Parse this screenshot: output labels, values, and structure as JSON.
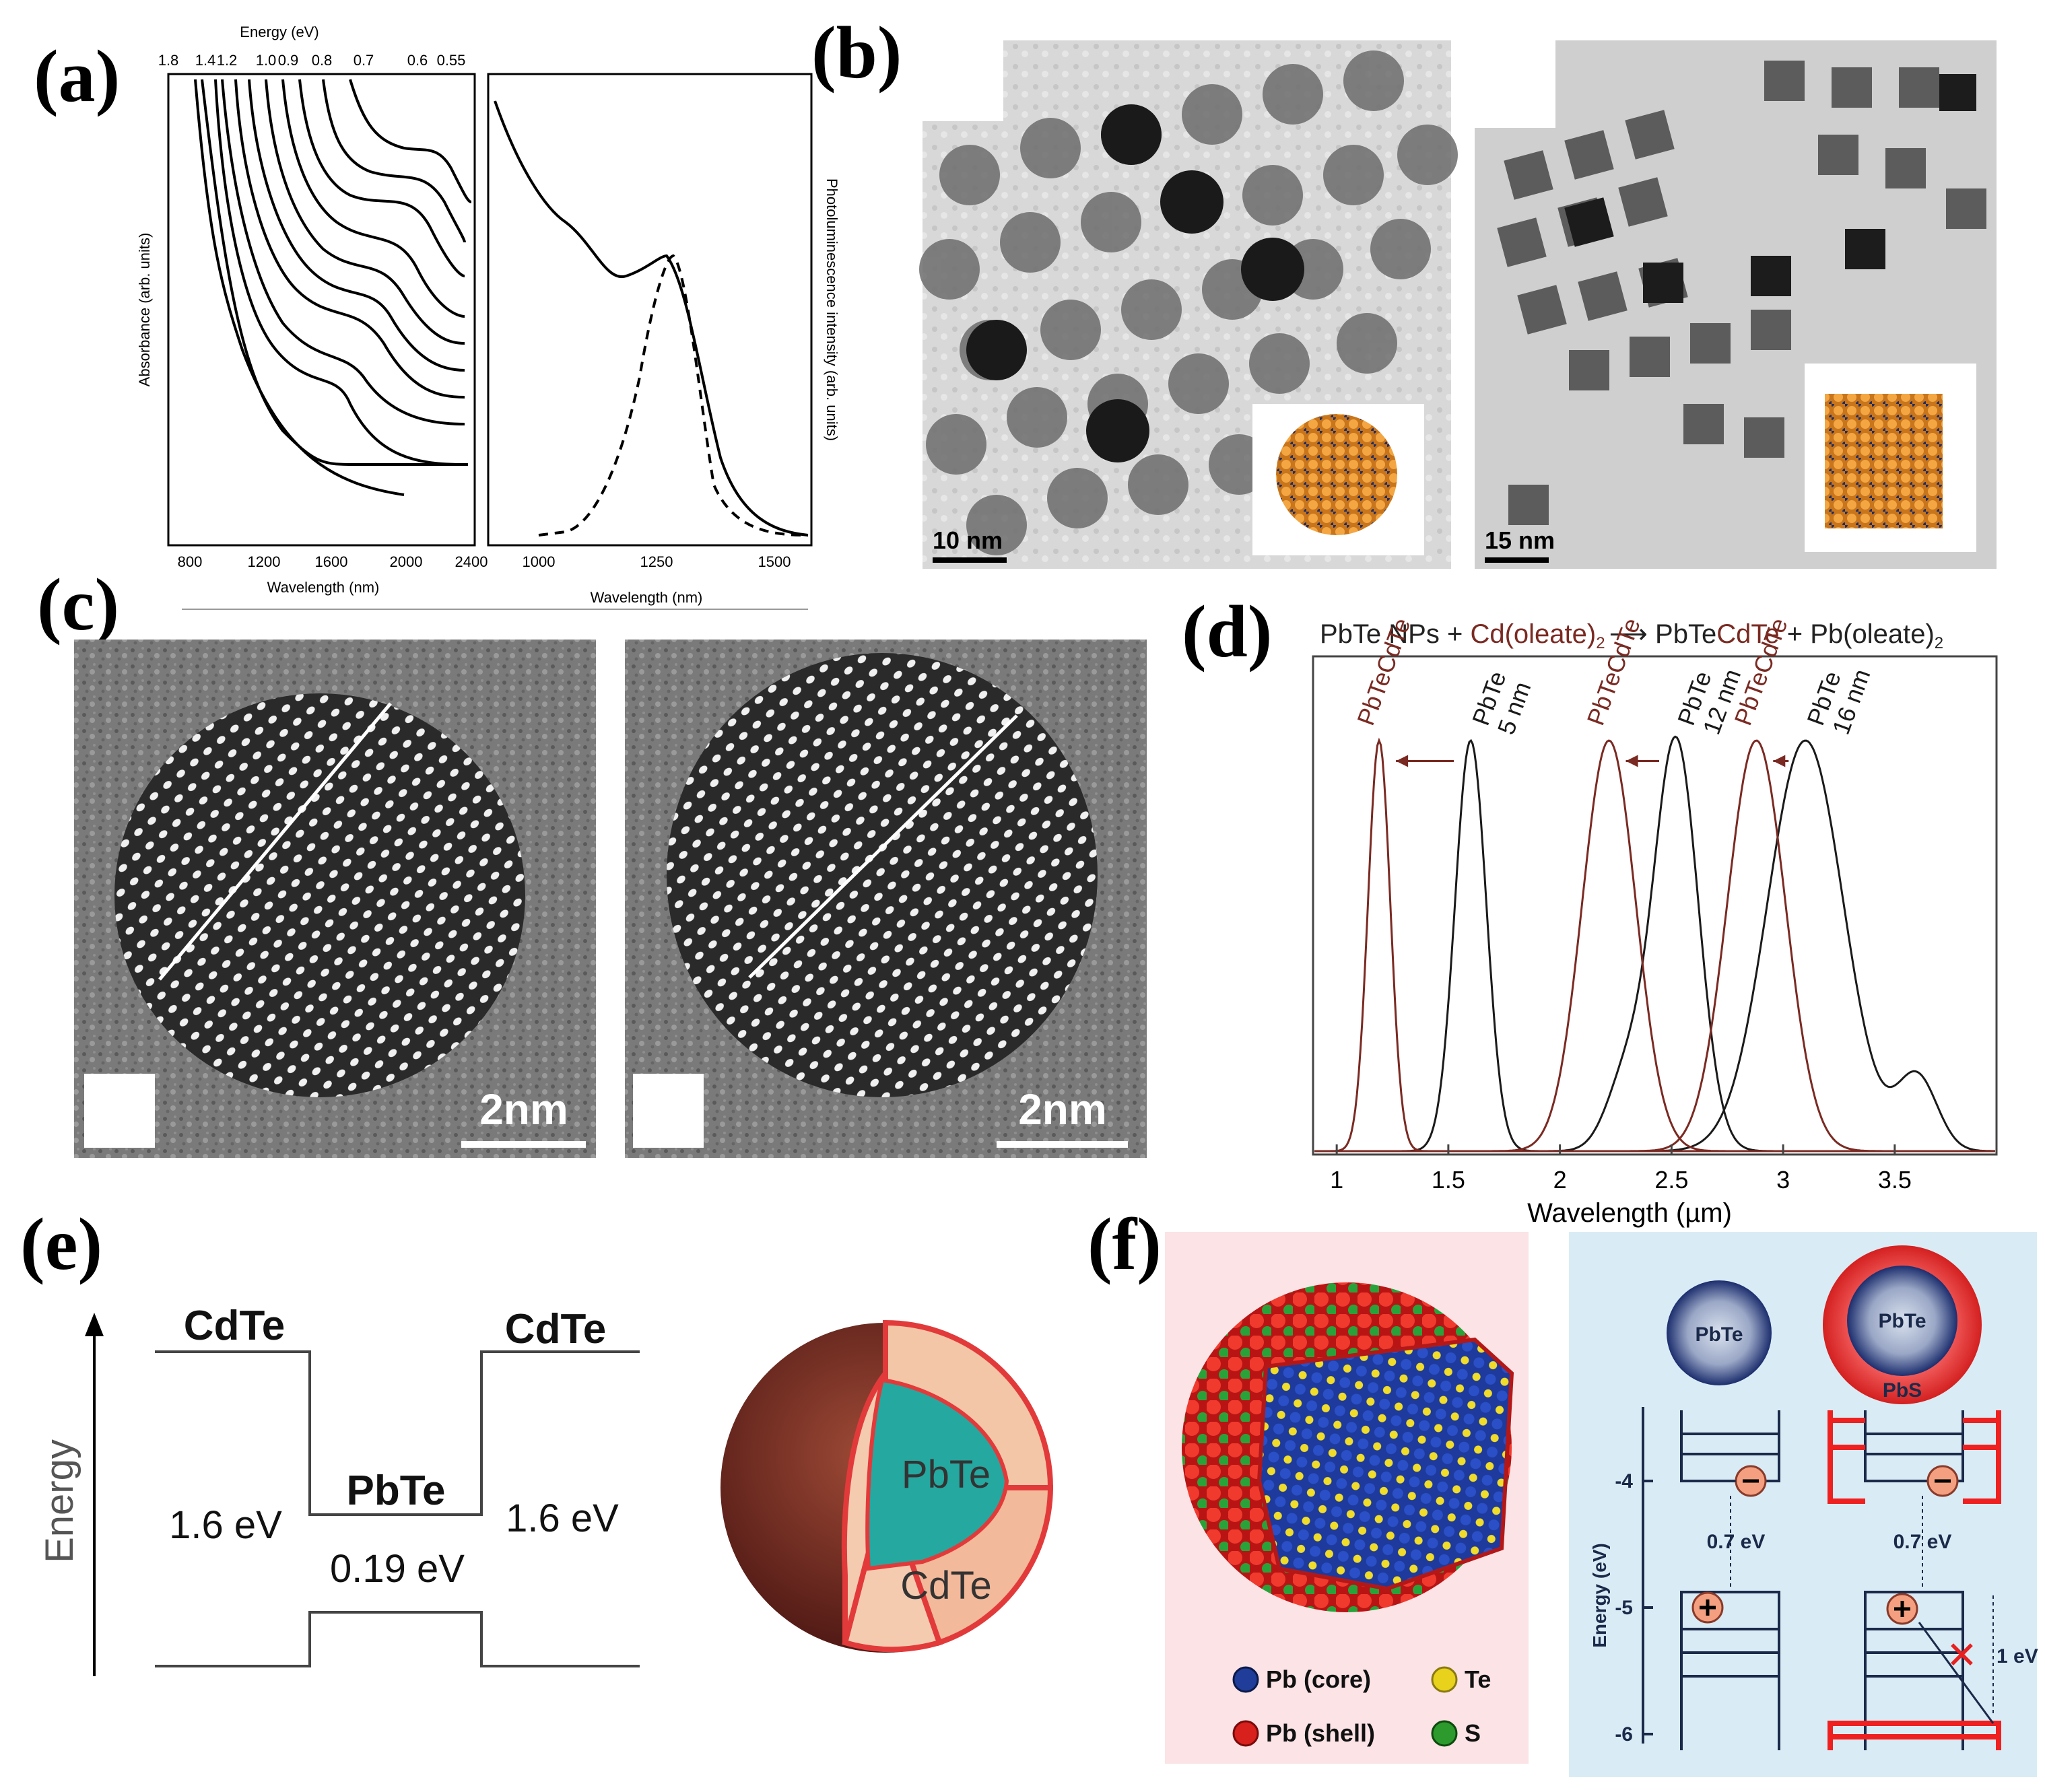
{
  "labels": {
    "a": "(a)",
    "b": "(b)",
    "c": "(c)",
    "d": "(d)",
    "e": "(e)",
    "f": "(f)"
  },
  "panel_a": {
    "energy_axis_title": "Energy (eV)",
    "energy_ticks": [
      "1.8",
      "1.4",
      "1.2",
      "1.0",
      "0.9",
      "0.8",
      "0.7",
      "0.6",
      "0.55"
    ],
    "left_ylabel": "Absorbance (arb. units)",
    "right_ylabel": "Photoluminescence intensity (arb. units)",
    "left_xlabel": "Wavelength (nm)",
    "right_xlabel": "Wavelength (nm)",
    "left_xticks": [
      "800",
      "1200",
      "1600",
      "2000",
      "2400"
    ],
    "right_xticks": [
      "1000",
      "1250",
      "1500"
    ]
  },
  "panel_b": {
    "scale_left": "10 nm",
    "scale_right": "15 nm"
  },
  "panel_c": {
    "scale_left": "2nm",
    "scale_right": "2nm"
  },
  "panel_d": {
    "eq_black_1": "PbTe NPs +",
    "eq_red_1": "Cd(oleate)",
    "eq_sub_1": "2",
    "eq_black_2": "PbTe",
    "eq_red_2": "CdTe",
    "eq_black_3": "+ Pb(oleate)",
    "eq_sub_2": "2",
    "xlabel": "Wavelength (µm)",
    "colors": {
      "pbte": "#1a1a1a",
      "core_shell": "#7a2a22"
    },
    "chart_data": {
      "type": "line",
      "xlabel": "Wavelength (µm)",
      "xticks": [
        "1",
        "1.5",
        "2",
        "2.5",
        "3",
        "3.5"
      ],
      "xlim": [
        0.9,
        3.95
      ],
      "series": [
        {
          "name": "PbTe 5 nm",
          "label_lines": [
            "PbTe",
            "5 nm"
          ],
          "color": "#1a1a1a",
          "peak": 1.6,
          "width": 0.07,
          "height": 1.0
        },
        {
          "name": "PbTe 12 nm",
          "label_lines": [
            "PbTe",
            "12 nm"
          ],
          "color": "#1a1a1a",
          "peak": 2.52,
          "width": 0.1,
          "height": 1.0,
          "shoulder": 2.3
        },
        {
          "name": "PbTe 16 nm",
          "label_lines": [
            "PbTe",
            "16 nm"
          ],
          "color": "#1a1a1a",
          "peak": 3.1,
          "width": 0.17,
          "height": 1.0,
          "shoulder": 3.6
        },
        {
          "name": "PbTeCdTe",
          "label_lines": [
            "PbTeCdTe"
          ],
          "color": "#7a2a22",
          "peak": 1.19,
          "width": 0.05,
          "height": 1.0
        },
        {
          "name": "PbTeCdTe",
          "label_lines": [
            "PbTeCdTe"
          ],
          "color": "#7a2a22",
          "peak": 2.22,
          "width": 0.12,
          "height": 1.0
        },
        {
          "name": "PbTeCdTe",
          "label_lines": [
            "PbTeCdTe"
          ],
          "color": "#7a2a22",
          "peak": 2.88,
          "width": 0.13,
          "height": 1.0
        }
      ]
    }
  },
  "panel_e": {
    "energy_label": "Energy",
    "cdte_left": "CdTe",
    "cdte_right": "CdTe",
    "pbte_well": "PbTe",
    "gap_left": "1.6 eV",
    "gap_right": "1.6 eV",
    "gap_center": "0.19 eV",
    "sphere_core": "PbTe",
    "sphere_shell": "CdTe"
  },
  "panel_f": {
    "legend": [
      "Pb (core)",
      "Te",
      "Pb (shell)",
      "S"
    ],
    "legend_colors": [
      "#1f3d99",
      "#e8d21c",
      "#d8201c",
      "#2c9a2c"
    ],
    "np_core_left": "PbTe",
    "np_core_right": "PbTe",
    "np_shell_right": "PbS",
    "ylabel": "Energy (eV)",
    "yticks": [
      "-4",
      "-5",
      "-6"
    ],
    "gap_left": "0.7 eV",
    "gap_right": "0.7 eV",
    "offset": "1 eV"
  }
}
